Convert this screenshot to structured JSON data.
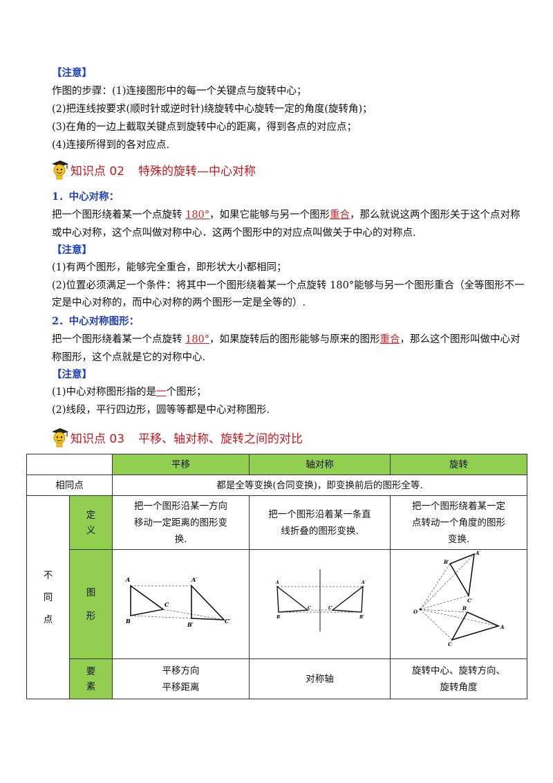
{
  "note_label": "【注意】",
  "steps": [
    "作图的步骤：(1)连接图形中的每一个关键点与旋转中心；",
    "(2)把连线按要求(顺时针或逆时针)绕旋转中心旋转一定的角度(旋转角)；",
    "(3)在角的一边上截取关键点到旋转中心的距离，得到各点的对应点；",
    "(4)连接所得到的各对应点."
  ],
  "k02": {
    "num": "知识点 02",
    "title": "特殊的旋转—中心对称"
  },
  "s1": {
    "label": "1．中心对称：",
    "p1a": "把一个图形绕着某一个点旋转 ",
    "p1_deg": "180°",
    "p1b": "，如果它能够与另一个图形",
    "p1_coin": "重合",
    "p1c": "，那么就说这两个图形关于这个点对称",
    "p2": "或中心对称，这个点叫做对称中心．这两个图形中的对应点叫做关于中心的对称点.",
    "note": "【注意】",
    "n1": "(1)有两个图形，能够完全重合，即形状大小都相同；",
    "n2a": "(2)位置必须满足一个条件：将其中一个图形绕着某一个点旋转 180°能够与另一个图形重合（全等图形不一",
    "n2b": "定是中心对称的，而中心对称的两个图形一定是全等的）."
  },
  "s2": {
    "label": "2．中心对称图形：",
    "p1a": "把一个图形绕着某一个点旋转 ",
    "p1_deg": "180°",
    "p1b": "，如果旋转后的图形能够与原来的图形",
    "p1_coin": "重合",
    "p1c": "，那么这个图形叫做中心对",
    "p2": "称图形，这个点就是它的对称中心.",
    "note": "【注意】",
    "n1a": "(1)中心对称图形指的是",
    "n1_one": "一",
    "n1b": "个图形；",
    "n2": "(2)线段，平行四边形，圆等等都是中心对称图形."
  },
  "k03": {
    "num": "知识点 03",
    "title": "平移、轴对称、旋转之间的对比"
  },
  "table": {
    "headers": [
      "",
      "平移",
      "轴对称",
      "旋转"
    ],
    "same_label": "相同点",
    "same_text": "都是全等变换(合同变换)，即变换前后的图形全等.",
    "diff_label": [
      "不",
      "同",
      "点"
    ],
    "def_label": [
      "定",
      "义"
    ],
    "fig_label": [
      "图",
      "形"
    ],
    "key_label": [
      "要",
      "素"
    ],
    "def_translate": [
      "把一个图形沿某一方向",
      "移动一定距离的图形变",
      "换."
    ],
    "def_reflect": [
      "把一个图形沿着某一条直",
      "线折叠的图形变换."
    ],
    "def_rotate": [
      "把一个图形绕着某一定",
      "点转动一个角度的图形",
      "变换."
    ],
    "key_translate": [
      "平移方向",
      "平移距离"
    ],
    "key_reflect": [
      "对称轴"
    ],
    "key_rotate": [
      "旋转中心、旋转方向、",
      "旋转角度"
    ]
  },
  "fig_translate_labels": {
    "a": "A",
    "b": "B",
    "c": "C",
    "a2": "A′",
    "b2": "B′",
    "c2": "C′"
  },
  "fig_reflect_labels": {
    "a": "A",
    "b": "B",
    "c": "C",
    "a2": "A′",
    "b2": "B′",
    "c2": "C′"
  },
  "fig_rotate_labels": {
    "o": "O",
    "a": "A",
    "b": "B",
    "c": "C",
    "a2": "A′",
    "b2": "B′",
    "c2": "C′"
  }
}
